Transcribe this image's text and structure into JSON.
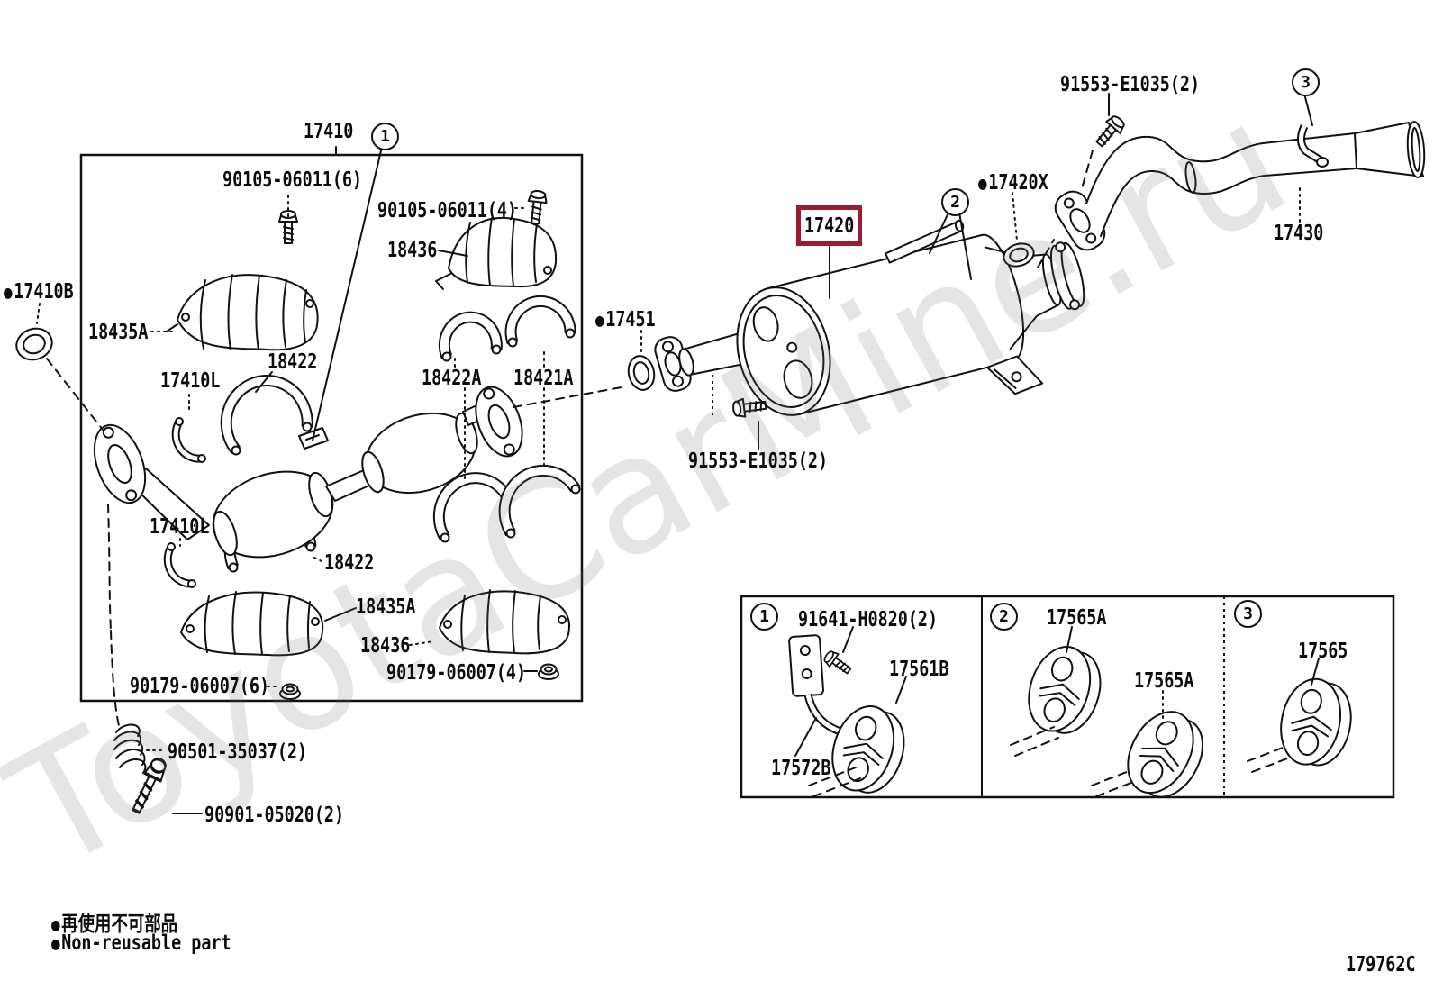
{
  "diagram": {
    "watermark": "ToyotaCarMine.ru",
    "drawing_number": "179762C",
    "colors": {
      "line": "#111111",
      "highlight_box": "#9b1b30",
      "background": "#ffffff",
      "watermark": "#dcdcdc"
    },
    "legend": {
      "marker": "●",
      "jp": "再使用不可部品",
      "en": "Non-reusable part"
    },
    "callouts": {
      "main": "1",
      "muffler": "2",
      "tailpipe": "3",
      "inset1": "1",
      "inset2": "2",
      "inset3": "3"
    },
    "labels": {
      "assembly_17410": "17410",
      "bolt_90105_6": "90105-06011(6)",
      "bolt_90105_4": "90105-06011(4)",
      "shield_18436_top": "18436",
      "shield_18435a_top": "18435A",
      "gasket_17410b": "17410B",
      "clamp_17410l_upper": "17410L",
      "bracket_18422_upper": "18422",
      "bracket_18422a": "18422A",
      "bracket_18421a": "18421A",
      "clamp_17410l_lower": "17410L",
      "bracket_18422_lower": "18422",
      "shield_18435a_bottom": "18435A",
      "shield_18436_bottom": "18436",
      "nut_90179_6": "90179-06007(6)",
      "nut_90179_4": "90179-06007(4)",
      "spring_90501": "90501-35037(2)",
      "bolt_90901": "90901-05020(2)",
      "gasket_17451": "17451",
      "muffler_17420": "17420",
      "bolt_91553_lower": "91553-E1035(2)",
      "bolt_91553_upper": "91553-E1035(2)",
      "gasket_17420x": "17420X",
      "tailpipe_17430": "17430",
      "inset1_bolt_91641": "91641-H0820(2)",
      "inset1_hanger_17561b": "17561B",
      "inset1_bracket_17572b": "17572B",
      "inset2_hanger_17565a_1": "17565A",
      "inset2_hanger_17565a_2": "17565A",
      "inset3_hanger_17565": "17565"
    }
  }
}
